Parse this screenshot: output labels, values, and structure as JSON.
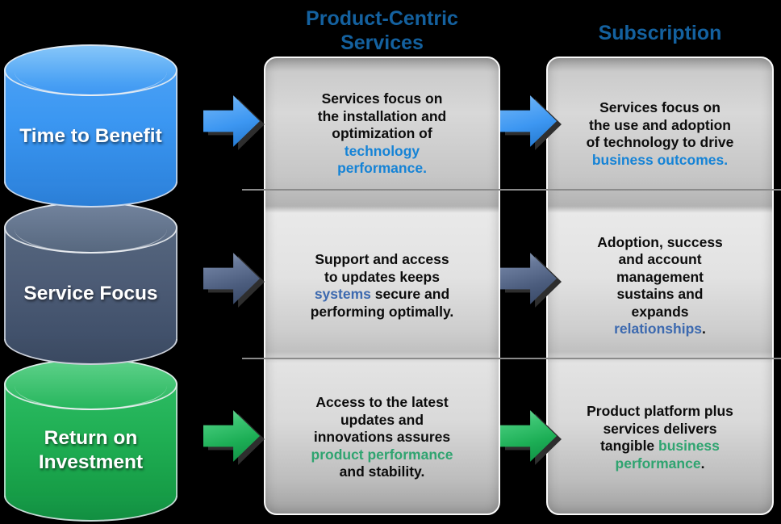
{
  "column_headers": {
    "product_centric": "Product-Centric\nServices",
    "subscription": "Subscription"
  },
  "cylinders": [
    {
      "label": "Time to Benefit"
    },
    {
      "label": "Service Focus"
    },
    {
      "label": "Return on\nInvestment"
    }
  ],
  "rows": [
    {
      "product_centric": {
        "pre": "Services focus on\nthe installation and\noptimization of\n",
        "highlight": "technology\nperformance.",
        "post": ""
      },
      "subscription": {
        "pre": "Services focus on\nthe use and adoption\nof technology to drive\n",
        "highlight": "business outcomes.",
        "post": ""
      }
    },
    {
      "product_centric": {
        "pre": "Support and access\nto updates keeps\n",
        "highlight": "systems",
        "post": " secure and\nperforming optimally."
      },
      "subscription": {
        "pre": "Adoption, success\nand account\nmanagement\nsustains and\nexpands\n",
        "highlight": "relationships",
        "post": "."
      }
    },
    {
      "product_centric": {
        "pre": "Access to the latest\nupdates and\ninnovations assures\n",
        "highlight": "product performance",
        "post": "\nand stability."
      },
      "subscription": {
        "pre": "Product platform plus\nservices delivers\ntangible ",
        "highlight": "business\nperformance",
        "post": "."
      }
    }
  ],
  "colors": {
    "header_text": "#14619f",
    "row1_highlight": "#1583d6",
    "row2_highlight": "#3c69af",
    "row3_highlight": "#2fa470",
    "cylinder_blue": "#3b97f2",
    "cylinder_slate": "#4c5b75",
    "cylinder_green": "#1fae53",
    "body_text": "#0c0c0c",
    "box_border": "#fafafa",
    "divider_line": "#8a8a8a"
  }
}
